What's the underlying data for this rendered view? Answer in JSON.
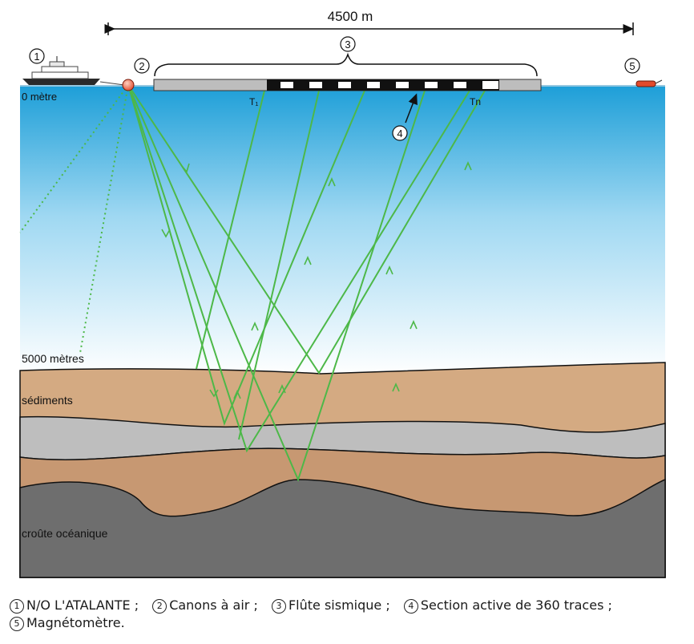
{
  "diagram": {
    "distance_label": "4500 m",
    "markers": {
      "ship": "1",
      "airguns": "2",
      "streamer": "3",
      "active_section": "4",
      "magnetometer": "5"
    },
    "depth_surface": "0 mètre",
    "depth_seafloor": "5000 mètres",
    "layer_sediments": "sédiments",
    "layer_crust": "croûte océanique",
    "trace_first": "T₁",
    "trace_last": "Tn",
    "colors": {
      "ray": "#4db848",
      "sky_gradient_top": "#1e9fd8",
      "sediment": "#d4aa82",
      "sediment_deep": "#c79872",
      "reflector": "#bebebe",
      "crust": "#6e6e6e",
      "buoy": "#e8553a"
    }
  },
  "legend": {
    "items": [
      {
        "num": "1",
        "label": "N/O L'ATALANTE ;"
      },
      {
        "num": "2",
        "label": "Canons à air ;"
      },
      {
        "num": "3",
        "label": "Flûte sismique ;"
      },
      {
        "num": "4",
        "label": "Section active de 360 traces ;"
      },
      {
        "num": "5",
        "label": "Magnétomètre."
      }
    ]
  }
}
